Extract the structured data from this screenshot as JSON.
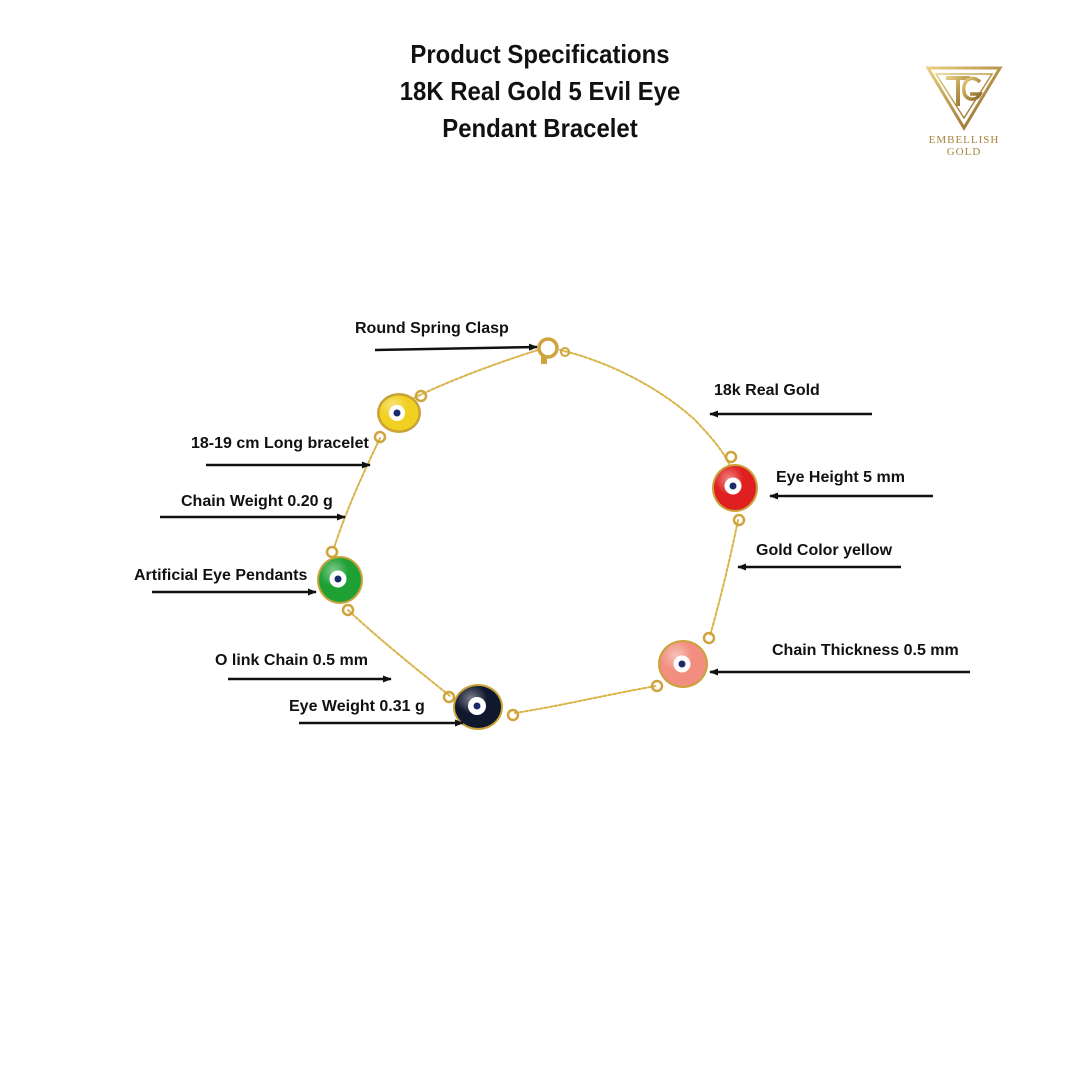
{
  "title": {
    "line1": "Product Specifications",
    "line2": "18K Real Gold 5 Evil Eye",
    "line3": "Pendant Bracelet"
  },
  "logo": {
    "mark": "gt-diamond-monogram",
    "line1": "EMBELLISH",
    "line2": "GOLD",
    "color": "#b8954a"
  },
  "labels": {
    "clasp": "Round Spring Clasp",
    "real_gold": "18k Real Gold",
    "length": "18-19 cm Long bracelet",
    "eye_height": "Eye Height 5 mm",
    "chain_weight": "Chain Weight 0.20 g",
    "gold_color": "Gold Color yellow",
    "pendants": "Artificial Eye Pendants",
    "thickness": "Chain Thickness 0.5 mm",
    "o_link": "O link Chain 0.5 mm",
    "eye_weight": "Eye Weight 0.31 g"
  },
  "colors": {
    "chain_gold": "#d9b44a",
    "eye_yellow": "#f0d020",
    "eye_red": "#e02020",
    "eye_green": "#1fa035",
    "eye_navy": "#10182e",
    "eye_peach": "#f28e80"
  }
}
